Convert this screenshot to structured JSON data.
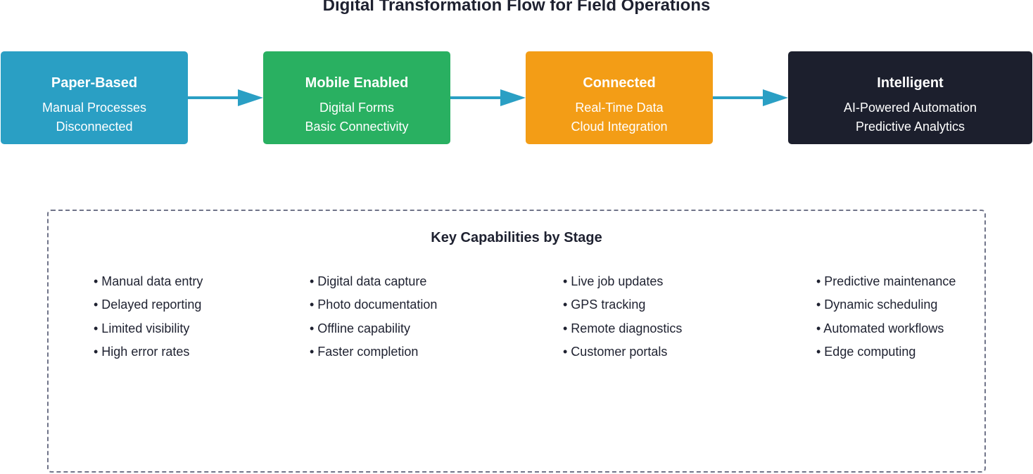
{
  "title": "Digital Transformation Flow for Field Operations",
  "colors": {
    "arrow": "#2a9fc4",
    "border": "#707489"
  },
  "stages": [
    {
      "name": "Paper-Based",
      "line1": "Manual Processes",
      "line2": "Disconnected",
      "color": "#2a9fc4"
    },
    {
      "name": "Mobile Enabled",
      "line1": "Digital Forms",
      "line2": "Basic Connectivity",
      "color": "#29b061"
    },
    {
      "name": "Connected",
      "line1": "Real-Time Data",
      "line2": "Cloud Integration",
      "color": "#f39d16"
    },
    {
      "name": "Intelligent",
      "line1": "AI-Powered Automation",
      "line2": "Predictive Analytics",
      "color": "#1c1f2d"
    }
  ],
  "capabilities": {
    "title": "Key Capabilities by Stage",
    "columns": [
      [
        "• Manual data entry",
        "• Delayed reporting",
        "• Limited visibility",
        "• High error rates"
      ],
      [
        "• Digital data capture",
        "• Photo documentation",
        "• Offline capability",
        "• Faster completion"
      ],
      [
        "• Live job updates",
        "• GPS tracking",
        "• Remote diagnostics",
        "• Customer portals"
      ],
      [
        "• Predictive maintenance",
        "• Dynamic scheduling",
        "• Automated workflows",
        "• Edge computing"
      ]
    ]
  }
}
